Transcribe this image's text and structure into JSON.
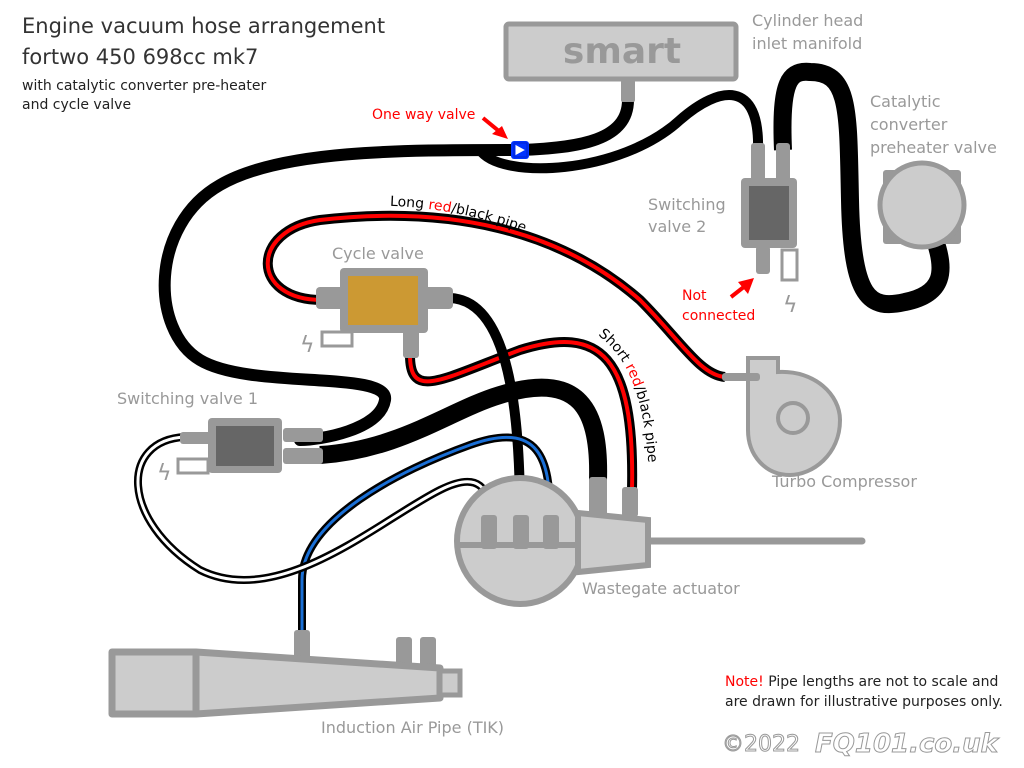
{
  "title": {
    "line1": "Engine vacuum hose arrangement",
    "line2": "fortwo 450 698cc mk7",
    "sub1": "with catalytic converter pre-heater",
    "sub2": "and cycle valve"
  },
  "components": {
    "manifold": {
      "brand": "smart",
      "label1": "Cylinder head",
      "label2": "inlet manifold"
    },
    "cat_valve": {
      "label1": "Catalytic",
      "label2": "converter",
      "label3": "preheater valve"
    },
    "switching_valve_2": {
      "label1": "Switching",
      "label2": "valve 2"
    },
    "switching_valve_1": {
      "label": "Switching valve 1"
    },
    "cycle_valve": {
      "label": "Cycle valve"
    },
    "turbo": {
      "label": "Turbo Compressor"
    },
    "wastegate": {
      "label": "Wastegate actuator"
    },
    "induction": {
      "label": "Induction Air Pipe (TIK)"
    }
  },
  "annotations": {
    "one_way_valve": "One way valve",
    "not_connected_1": "Not",
    "not_connected_2": "connected",
    "long_pipe": {
      "pre": "Long ",
      "red": "red",
      "post": "/black pipe"
    },
    "short_pipe": {
      "pre": "Short ",
      "red": "red",
      "post": "/black pipe"
    }
  },
  "note": {
    "highlight": "Note!",
    "line1": " Pipe lengths are not to scale and",
    "line2": "are drawn for illustrative purposes only."
  },
  "watermark": {
    "copyright": "©2022",
    "site": "FQ101.co.uk"
  },
  "colors": {
    "hose": "#000000",
    "red_stripe": "#ff0000",
    "blue_stripe": "#1a6fd6",
    "component_fill": "#cccccc",
    "component_stroke": "#999999",
    "cycle_valve_fill": "#cc9933",
    "valve_core": "#666666",
    "one_way_valve": "#0033ff"
  }
}
